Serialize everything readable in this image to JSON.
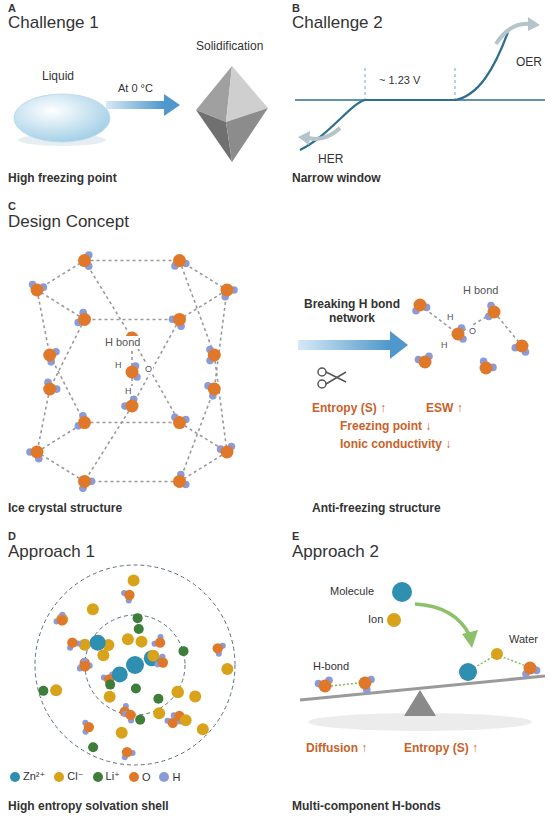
{
  "diagram": {
    "labels": [
      "A",
      "Challenge 1",
      "Liquid",
      "Solidification",
      "At 0 °C",
      "High freezing point",
      "B",
      "Challenge 2",
      "OER",
      "~ 1.23 V",
      "HER",
      "Narrow window",
      "C",
      "Design Concept",
      "H bond",
      "H",
      "O",
      "H",
      "Breaking H bond network",
      "H bond",
      "H",
      "O",
      "H",
      "Entropy (S) ↑",
      "ESW ↑",
      "Freezing point ↓",
      "Ionic conductivity ↓",
      "Ice crystal structure",
      "Anti-freezing structure",
      "D",
      "Approach 1",
      "High entropy solvation shell",
      "E",
      "Approach 2",
      "Molecule",
      "Ion",
      "H-bond",
      "Water",
      "Diffusion ↑",
      "Entropy (S) ↑",
      "Multi-component H-bonds"
    ],
    "legend": [
      {
        "text": "Zn²⁺",
        "color": "#2f8fb0"
      },
      {
        "text": "Cl⁻",
        "color": "#d9a21b"
      },
      {
        "text": "Li⁺",
        "color": "#3f7d3a"
      },
      {
        "text": "O",
        "color": "#e0782a"
      },
      {
        "text": "H",
        "color": "#8a9bd8"
      }
    ]
  }
}
